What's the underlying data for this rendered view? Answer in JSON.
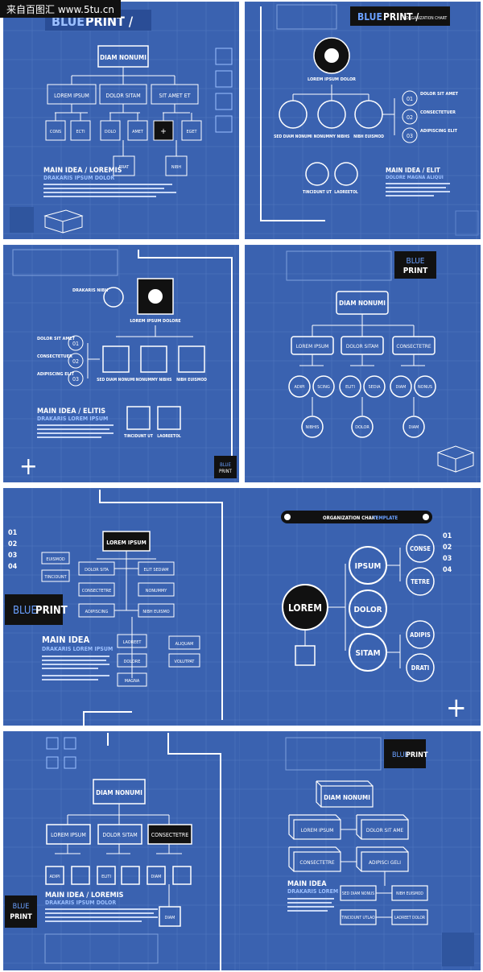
{
  "watermark": "来自百图汇 www.5tu.cn",
  "colors": {
    "bg": "#3a62b0",
    "grid": "#5479c2",
    "line": "#ffffff",
    "dark": "#111111",
    "accent": "#6aa0ff"
  },
  "p1": {
    "title_a": "BLUE",
    "title_b": "PRINT /",
    "root": "DIAM NONUMI",
    "mid": [
      "LOREM IPSUM",
      "DOLOR SITAM",
      "SIT AMET ET"
    ],
    "leaves": [
      "CONS",
      "ECTI",
      "DOLO",
      "AMET",
      "+",
      "EGET"
    ],
    "sub": [
      "ERAT",
      "NIBH"
    ],
    "main": "MAIN IDEA / LOREMIS",
    "sub_title": "DRAKARIS IPSUM DOLOR",
    "more": "..."
  },
  "p2": {
    "title_a": "BLUE",
    "title_b": "PRINT /",
    "title_c": "ORGANIZATION CHART",
    "root": "LOREM IPSUM DOLOR",
    "circles": [
      "SED DIAM NONUMI",
      "NONUMMY NIBHS",
      "NIBH EUISMOD"
    ],
    "nums": [
      "01",
      "02",
      "03"
    ],
    "num_labels": [
      "DOLOR SIT AMET",
      "CONSECTETUER",
      "ADIPISCING ELIT"
    ],
    "small": [
      "TINCIDUNT UT",
      "LAOREETOL"
    ],
    "main": "MAIN IDEA / ELIT",
    "sub_title": "DOLORE MAGNA ALIQUI"
  },
  "p3": {
    "side": "DRAKARIS NIBH",
    "root": "LOREM IPSUM DOLORE",
    "nums": [
      "01",
      "02",
      "03"
    ],
    "num_labels": [
      "DOLOR SIT AMET",
      "CONSECTETUER",
      "ADIPISCING ELIT"
    ],
    "boxes": [
      "SED DIAM NONUMI",
      "NONUMMY NIBHS",
      "NIBH EUISMOD"
    ],
    "small": [
      "TINCIDUNT UT",
      "LAOREETOL"
    ],
    "main": "MAIN IDEA / ELITIS",
    "sub_title": "DRAKARIS LOREM IPSUM",
    "logo_a": "BLUE",
    "logo_b": "PRINT"
  },
  "p4": {
    "logo_a": "BLUE",
    "logo_b": "PRINT",
    "root": "DIAM NONUMI",
    "mid": [
      "LOREM IPSUM",
      "DOLOR SITAM",
      "CONSECTETRE"
    ],
    "circles": [
      "ADIPI",
      "SCING",
      "ELITI",
      "SEDIA",
      "DIAM",
      "NONUS"
    ],
    "bottom": [
      "NIBHIS",
      "DOLOR",
      "DIAM"
    ]
  },
  "p5": {
    "nums": [
      "01",
      "02",
      "03",
      "04"
    ],
    "root": "LOREM IPSUM",
    "left": [
      "EUISMOD",
      "TINCIDUNT"
    ],
    "col1": [
      "DOLOR SITA",
      "CONSECTETRE",
      "ADIPISCING"
    ],
    "col2": [
      "ELIT SEDIAM",
      "NONUMMY",
      "NIBH EUISMO"
    ],
    "col3": [
      "LAOREET",
      "DOLORE",
      "MAGNA"
    ],
    "col4": [
      "ALIQUAM",
      "VOLUTPAT"
    ],
    "logo_a": "BLUE",
    "logo_b": "PRINT",
    "main": "MAIN IDEA",
    "sub_title": "DRAKARIS LOREM IPSUM"
  },
  "p6": {
    "banner_a": "ORGANIZATION CHART",
    "banner_b": "TEMPLATE",
    "root": "LOREM",
    "mid": [
      "IPSUM",
      "DOLOR",
      "SITAM"
    ],
    "right": [
      "CONSE",
      "TETRE",
      "ADIPIS",
      "DRATI"
    ],
    "nums": [
      "01",
      "02",
      "03",
      "04"
    ]
  },
  "p7": {
    "root": "DIAM NONUMI",
    "mid": [
      "LOREM IPSUM",
      "DOLOR SITAM",
      "CONSECTETRE"
    ],
    "leaves": [
      "ADIPI",
      "ELITI",
      "DIAM"
    ],
    "extra": "DIAM",
    "main": "MAIN IDEA / LOREMIS",
    "sub_title": "DRAKARIS IPSUM DOLOR",
    "logo_a": "BLUE",
    "logo_b": "PRINT"
  },
  "p8": {
    "logo_a": "BLUE",
    "logo_b": "PRINT",
    "root": "DIAM NONUMI",
    "left": [
      "LOREM IPSUM",
      "CONSECTETRE"
    ],
    "right": [
      "DOLOR SIT AME",
      "ADIPISCI GELI"
    ],
    "small": [
      "SED DIAM NONUS",
      "NIBH EUISMOD",
      "TINCIDUNT UTLAO",
      "LAOREET DOLOR"
    ],
    "main": "MAIN IDEA",
    "sub_title": "DRAKARIS LOREM"
  }
}
